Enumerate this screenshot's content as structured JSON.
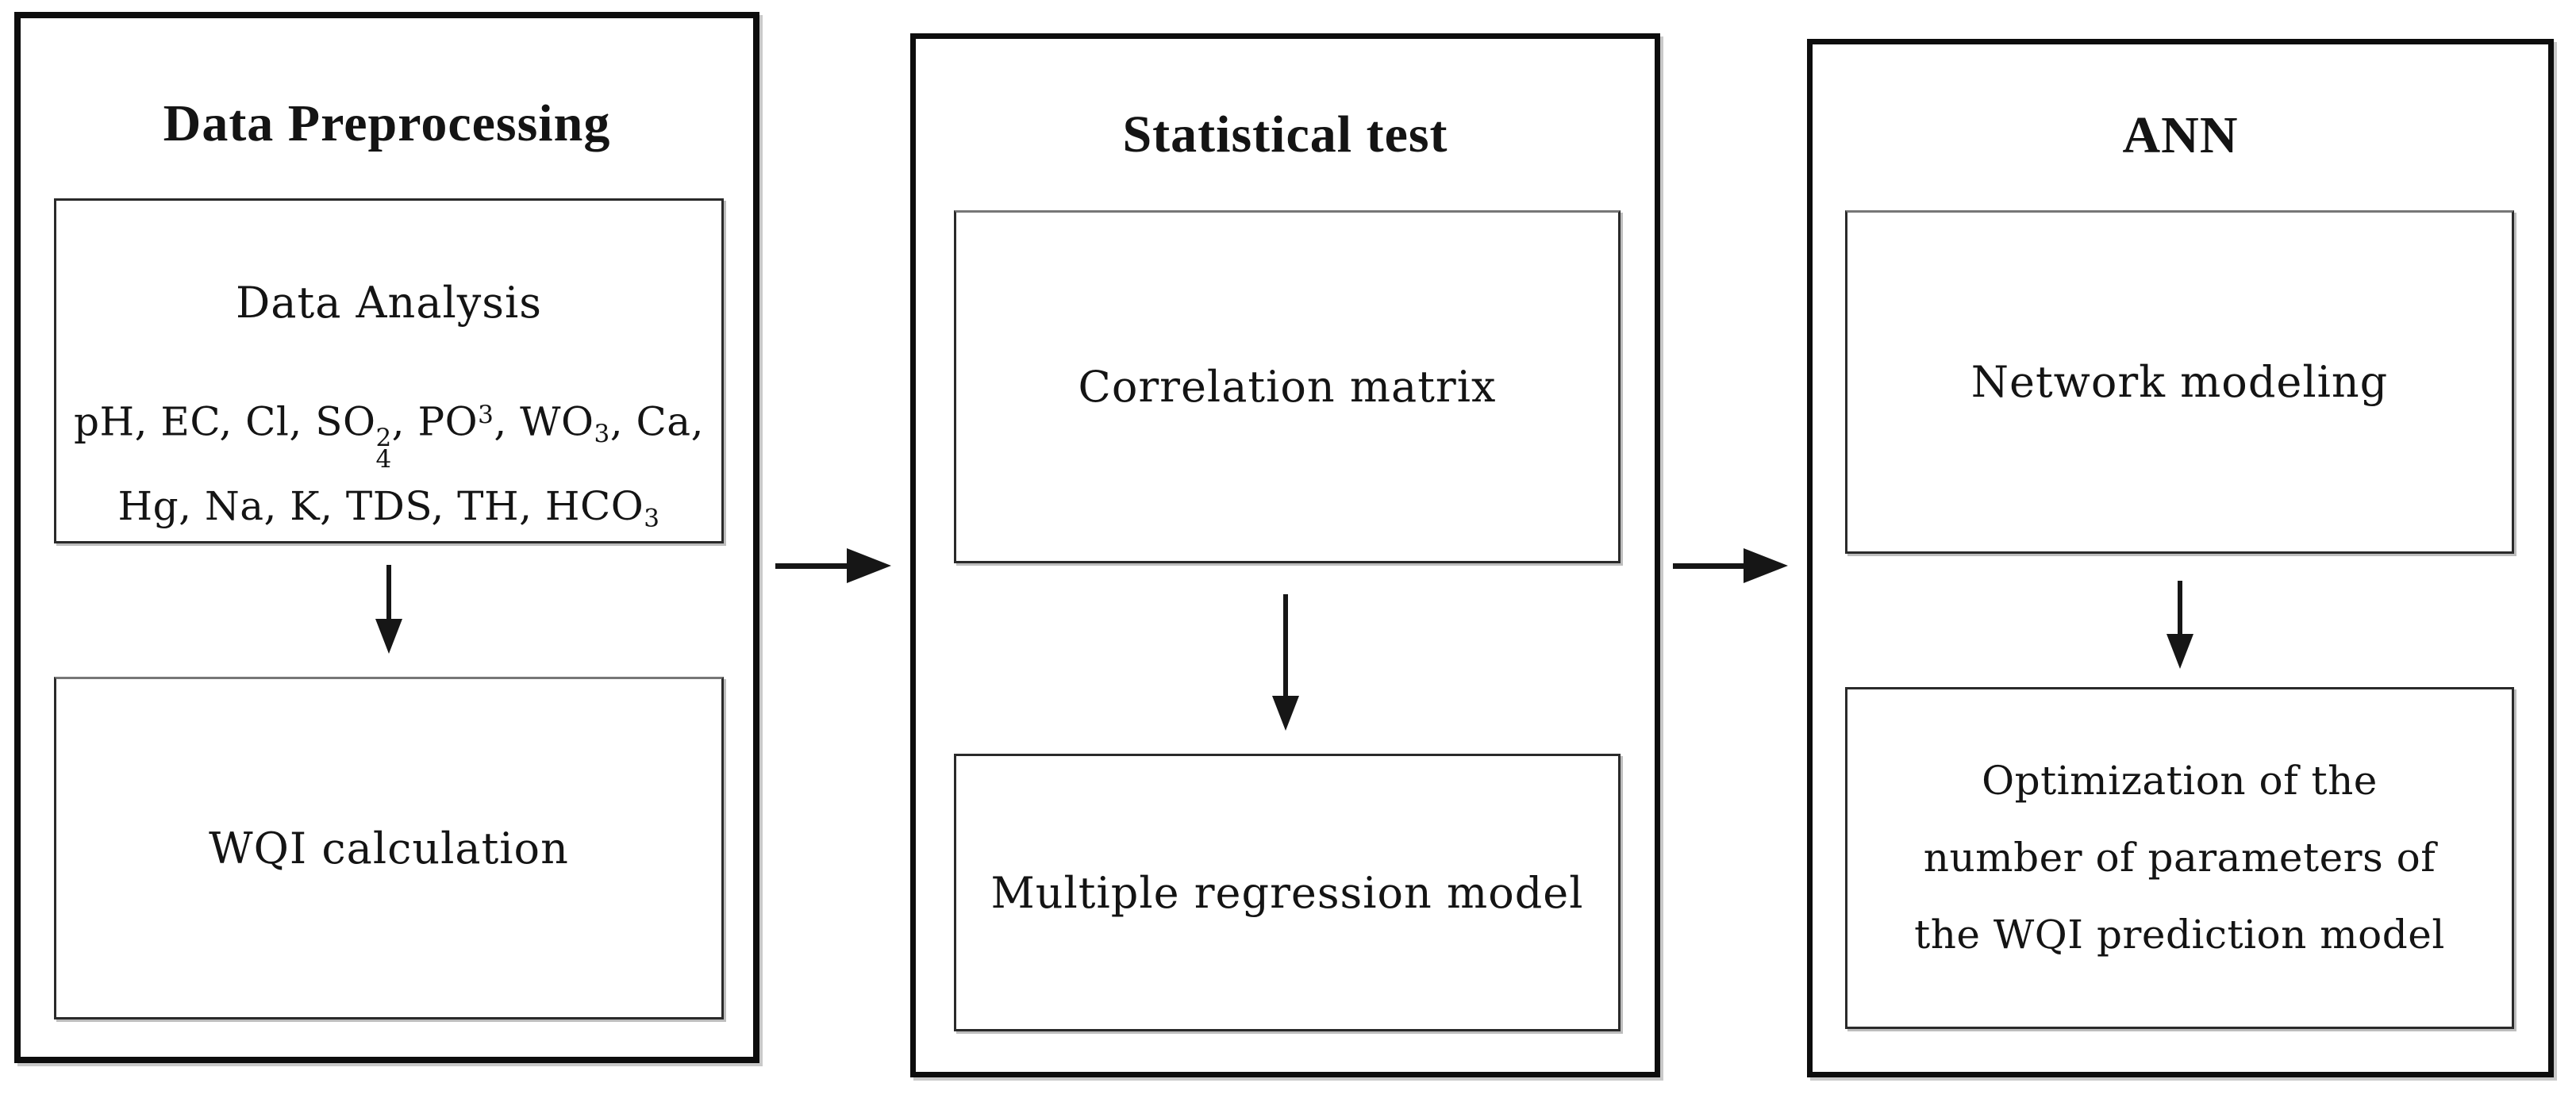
{
  "panels": [
    {
      "title": "Data Preprocessing",
      "boxes": [
        {
          "heading": "Data Analysis",
          "rich_lines": [
            [
              {
                "t": "pH, EC, Cl, SO"
              },
              {
                "stack": {
                  "sup": "2",
                  "sub": "4"
                }
              },
              {
                "t": ", PO"
              },
              {
                "sup": "3"
              },
              {
                "t": ", WO"
              },
              {
                "sub": "3"
              },
              {
                "t": ", Ca,"
              }
            ],
            [
              {
                "t": "Hg, Na, K, TDS, TH, HCO"
              },
              {
                "sub": "3"
              }
            ]
          ]
        },
        {
          "label": "WQI calculation"
        }
      ]
    },
    {
      "title": "Statistical test",
      "boxes": [
        {
          "label": "Correlation matrix"
        },
        {
          "label": "Multiple regression model"
        }
      ]
    },
    {
      "title": "ANN",
      "boxes": [
        {
          "label": "Network modeling"
        },
        {
          "label": "Optimization of the number of parameters of the WQI prediction model",
          "lines": [
            "Optimization of the",
            "number of parameters of",
            "the WQI prediction model"
          ]
        }
      ]
    }
  ]
}
